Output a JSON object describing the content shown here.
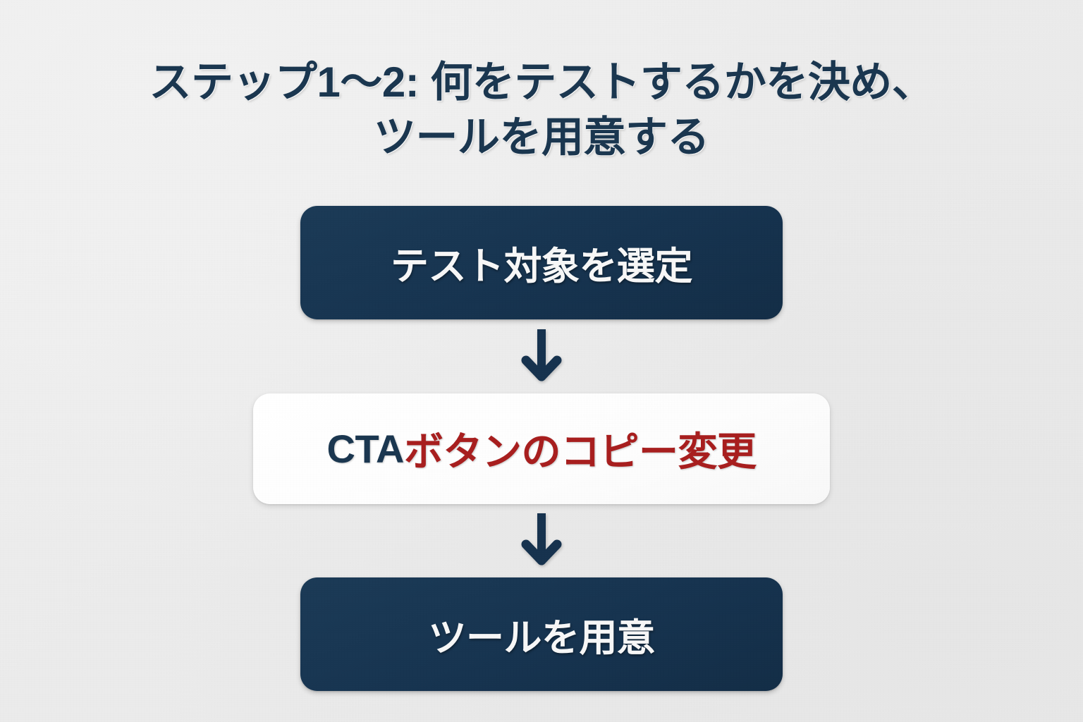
{
  "slide": {
    "title": "ステップ1〜2: 何をテストするかを決め、\nツールを用意する",
    "background_color": "#ececec"
  },
  "colors": {
    "navy": "#17334f",
    "navy_text": "#1b3750",
    "red": "#a81f1f",
    "card_light": "#fcfcfc",
    "text_on_navy": "#f7f7f7"
  },
  "flow": {
    "steps": [
      {
        "id": "select-test-target",
        "label": "テスト対象を選定",
        "style": "dark",
        "text_color": "#f7f7f7",
        "fill_color": "#17334f"
      },
      {
        "id": "change-cta-copy",
        "label": "CTAボタンのコピー変更",
        "style": "light",
        "fill_color": "#fcfcfc",
        "segments": [
          {
            "text": "CTA",
            "color": "#1b3750"
          },
          {
            "text": "ボタンのコピー変更",
            "color": "#a81f1f"
          }
        ]
      },
      {
        "id": "prepare-tools",
        "label": "ツールを用意",
        "style": "dark",
        "text_color": "#f7f7f7",
        "fill_color": "#17334f"
      }
    ],
    "connectors": [
      {
        "id": "connector-1",
        "direction": "down",
        "color": "#17334f"
      },
      {
        "id": "connector-2",
        "direction": "down",
        "color": "#17334f"
      }
    ]
  }
}
